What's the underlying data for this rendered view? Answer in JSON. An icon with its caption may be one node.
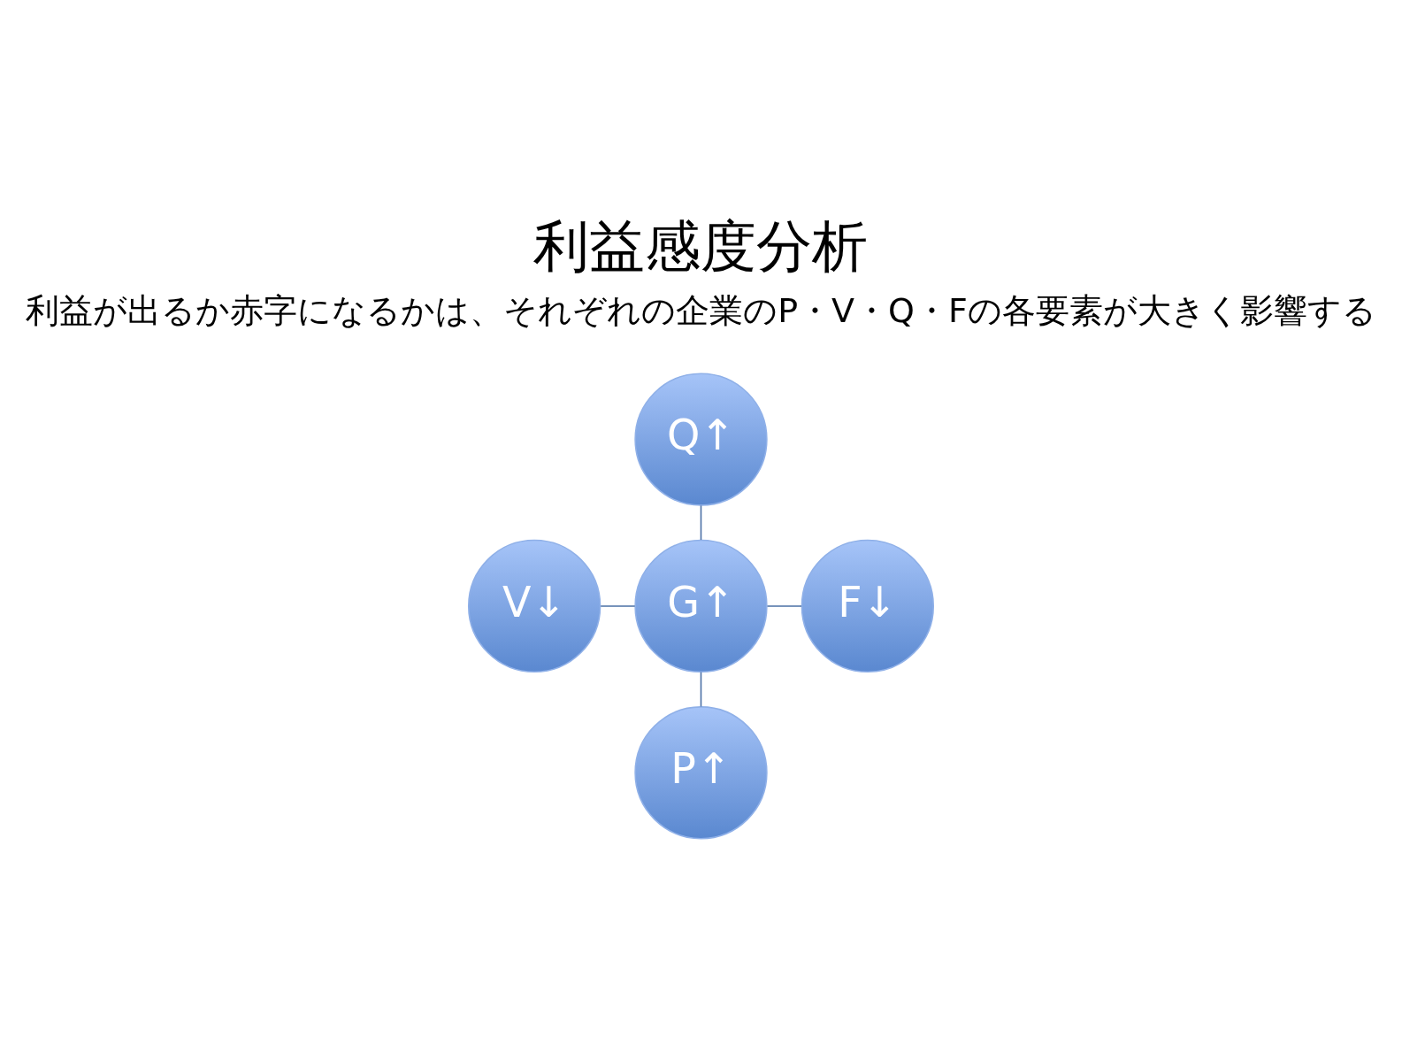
{
  "diagram": {
    "title": "利益感度分析",
    "nodes": [
      {
        "text": [
          "Q↑"
        ]
      },
      {
        "text": [
          "V↓"
        ]
      },
      {
        "text": [
          "G↑"
        ]
      },
      {
        "text": [
          "F↓"
        ]
      },
      {
        "text": [
          "P↑"
        ]
      }
    ],
    "edges": [
      {
        "from": 0,
        "to": 2,
        "arrow": "none"
      },
      {
        "from": 1,
        "to": 2,
        "arrow": "none"
      },
      {
        "from": 2,
        "to": 3,
        "arrow": "none"
      },
      {
        "from": 2,
        "to": 4,
        "arrow": "none"
      }
    ],
    "labels": [
      "利益が出るか赤字になるかは、それぞれの企業のP・V・Q・Fの各要素が大きく影響する"
    ]
  }
}
